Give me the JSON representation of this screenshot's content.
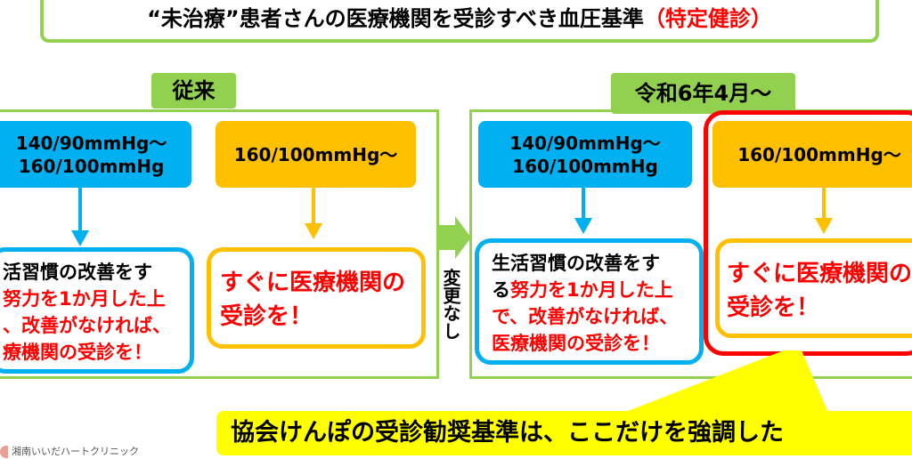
{
  "title": {
    "main": "“未治療”患者さんの医療機関を受診すべき血圧基準",
    "sub": "（特定健診）"
  },
  "before": {
    "label": "従来",
    "blue_lines": [
      "140/90mmHg～",
      "160/100mmHg"
    ],
    "orange_text": "160/100mmHg～",
    "blue_result": {
      "l1": "活習慣の改善をす",
      "l2": "努力を1か月した上",
      "l3": "、改善がなければ、",
      "l4": "療機関の受診を！"
    },
    "orange_result": [
      "すぐに医療機関の",
      "受診を！"
    ]
  },
  "change_text": "変更なし",
  "after": {
    "label": "令和6年4月～",
    "blue_lines": [
      "140/90mmHg～",
      "160/100mmHg"
    ],
    "orange_text": "160/100mmHg～",
    "blue_result": {
      "l1": "生活習慣の改善をす",
      "l2a": "る",
      "l2b": "努力を1か月した上",
      "l3": "で、改善がなければ、",
      "l4": "医療機関の受診を！"
    },
    "orange_result": [
      "すぐに医療機関の",
      "受診を！"
    ]
  },
  "callout": "協会けんぽの受診勧奨基準は、ここだけを強調した",
  "footer": "湘南いいだハートクリニック",
  "colors": {
    "green": "#92d050",
    "blue": "#00b0f0",
    "orange": "#ffc000",
    "red": "#ff0000",
    "yellow": "#ffff00"
  }
}
